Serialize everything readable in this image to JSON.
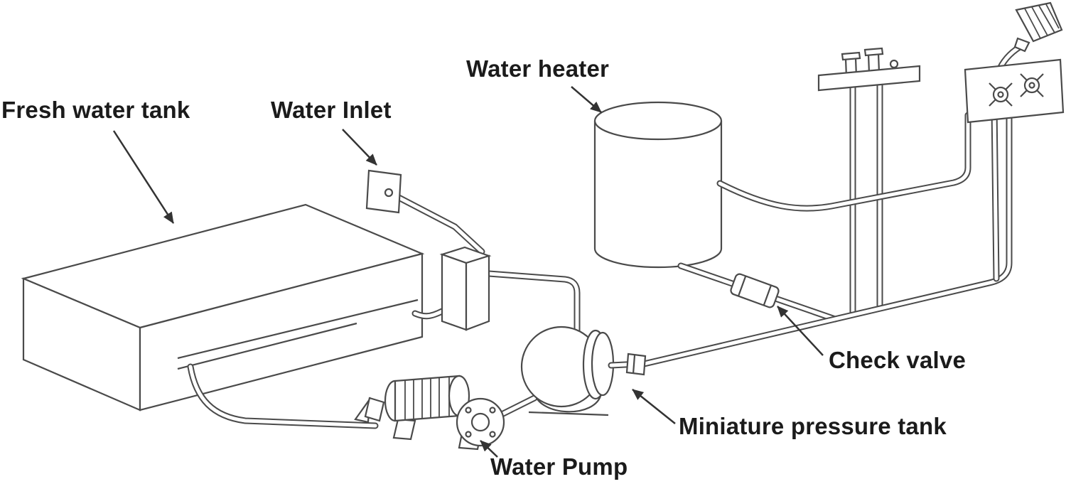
{
  "diagram": {
    "type": "plumbing-system-line-diagram",
    "labels": {
      "fresh_water_tank": "Fresh water tank",
      "water_inlet": "Water Inlet",
      "water_heater": "Water heater",
      "check_valve": "Check valve",
      "miniature_pressure_tank": "Miniature pressure tank",
      "water_pump": "Water Pump"
    },
    "colors": {
      "line": "#4a4a4a",
      "text": "#1b1b1b",
      "arrow": "#333333",
      "background": "#ffffff"
    }
  }
}
